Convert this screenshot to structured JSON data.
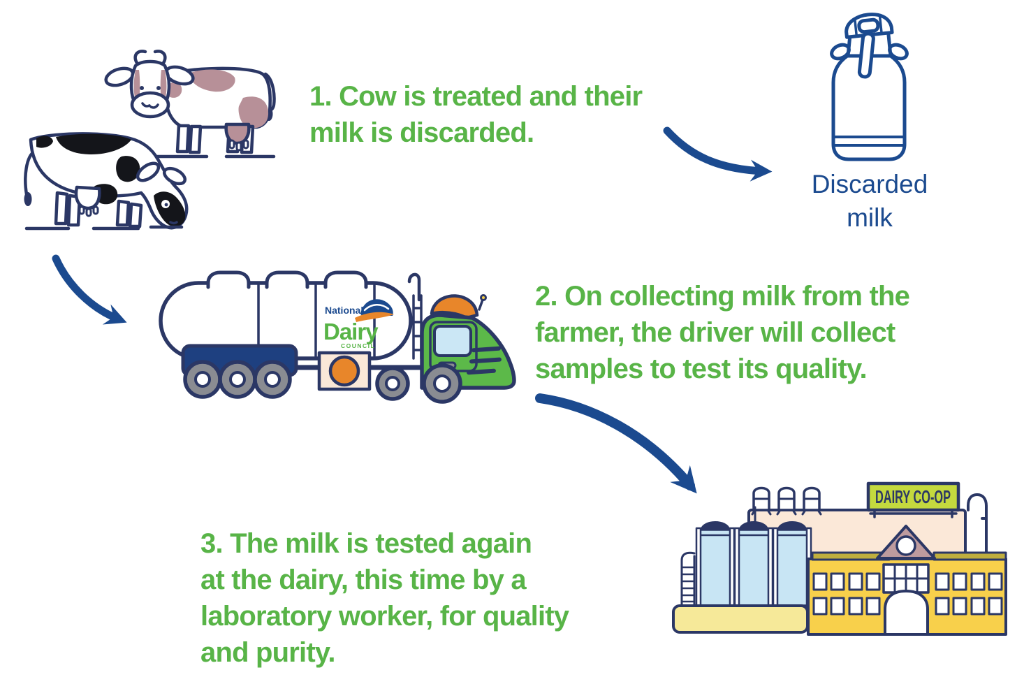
{
  "steps": [
    {
      "lines": [
        "1. Cow is treated and their",
        "milk is discarded."
      ]
    },
    {
      "lines": [
        "2. On collecting milk from the",
        "farmer, the driver will collect",
        "samples to test its quality."
      ]
    },
    {
      "lines": [
        "3. The milk is tested again",
        "at the dairy, this time by a",
        "laboratory worker, for quality",
        "and purity."
      ]
    }
  ],
  "labels": {
    "discarded_milk_line1": "Discarded",
    "discarded_milk_line2": "milk",
    "dairy_sign": "DAIRY CO-OP"
  },
  "truck_logo": {
    "line1": "National",
    "line2": "Dairy",
    "line3": "COUNCIL"
  },
  "colors": {
    "step_text_green": "#58B447",
    "arrow_label_blue": "#1B4A8F",
    "outline_navy": "#2B3765",
    "cow_patch_rose": "#B79098",
    "cow_patch_black": "#14151A",
    "truck_cab_green": "#5CB949",
    "orange": "#E8862A",
    "window_blue": "#CBE7F5",
    "fender_blue": "#1E4080",
    "wheel_grey": "#8A8C92",
    "cream_panel": "#FAE8D8",
    "silo_blue": "#C8E5F4",
    "factory_peach": "#FBE8D8",
    "building_yellow": "#F8D04B",
    "platform_yellow": "#F6E999",
    "sign_lime": "#C4D93E",
    "trim_olive": "#BFAE3E",
    "pediment_mauve": "#BE9B9E"
  }
}
